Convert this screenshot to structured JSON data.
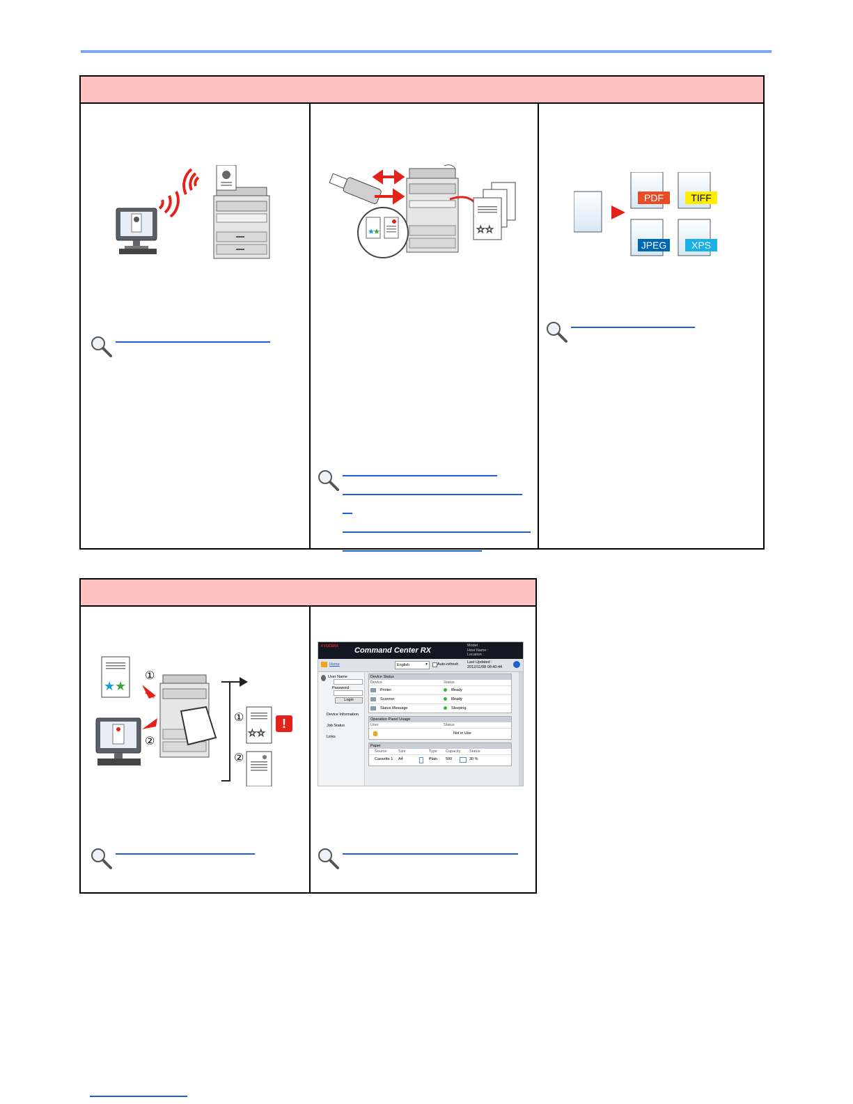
{
  "top_section": {
    "header": "",
    "panels": [
      {
        "id": "wireless",
        "ref_links": 1
      },
      {
        "id": "usb",
        "ref_links": 4
      },
      {
        "id": "file-format",
        "ref_links": 1
      }
    ]
  },
  "bottom_section": {
    "header": "",
    "panels": [
      {
        "id": "job-accounting",
        "ref_links": 1
      },
      {
        "id": "command-center",
        "ref_links": 1
      }
    ]
  },
  "file_formats": {
    "pdf": "PDF",
    "tiff": "TIFF",
    "jpeg": "JPEG",
    "xps": "XPS"
  },
  "job_steps": {
    "step1": "①",
    "step2": "②"
  },
  "command_center": {
    "brand": "KYOCERA",
    "title": "Command Center RX",
    "info_labels": [
      "Model :",
      "Host Name :",
      "Location :"
    ],
    "home": "Home",
    "language": "English",
    "auto_refresh": "Auto-refresh",
    "last_updated_label": "Last Updated :",
    "last_updated_value": "2012/11/08 08:40:44",
    "login": {
      "user_name": "User Name",
      "password": "Password",
      "button": "Login"
    },
    "nav": [
      "Device Information",
      "Job Status",
      "Links"
    ],
    "device_status": {
      "title": "Device Status",
      "col_device": "Device",
      "col_status": "Status",
      "rows": [
        {
          "device": "Printer",
          "status": "Ready"
        },
        {
          "device": "Scanner",
          "status": "Ready"
        },
        {
          "device": "Status Message",
          "status": "Sleeping."
        }
      ]
    },
    "operation_panel": {
      "title": "Operation Panel Usage",
      "col_user": "User",
      "col_status": "Status",
      "status": "Not in Use"
    },
    "paper": {
      "title": "Paper",
      "cols": [
        "Source",
        "Size",
        "Type",
        "Capacity",
        "Status"
      ],
      "row": {
        "source": "Cassette 1",
        "size": "A4",
        "type": "Plain",
        "capacity": "500",
        "status": "30 %"
      }
    }
  },
  "colors": {
    "header_pink": "#ffc1c1",
    "link_blue": "#1f5fd6",
    "rule_blue": "#7ea6f0",
    "pdf": "#ea4b24",
    "tiff": "#ffee00",
    "jpeg": "#0067b3",
    "xps": "#1ab0e6"
  }
}
